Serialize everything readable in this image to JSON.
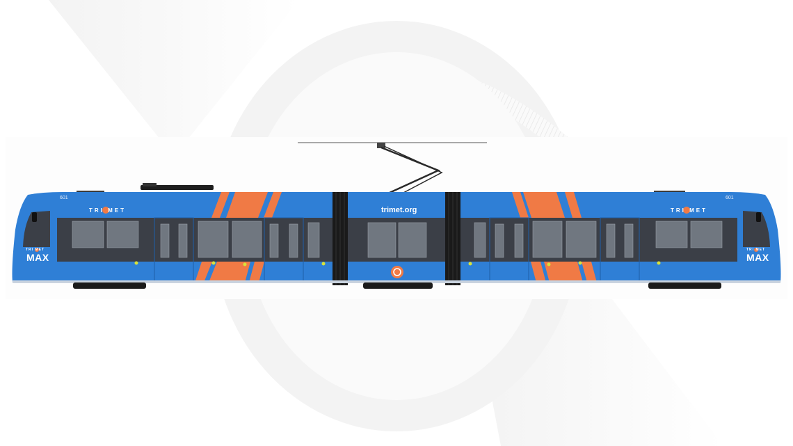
{
  "image": {
    "subject": "TriMet MAX light-rail vehicle, side elevation render",
    "colors": {
      "body_blue": "#2f7fd6",
      "accent_orange": "#f07a45",
      "window_band": "#3b3f47",
      "articulation": "#1a1a1a",
      "background": "#ffffff",
      "bg_shape": "#f2f2f2"
    }
  },
  "tram": {
    "car_number_left": "601",
    "car_number_right": "601",
    "brand_top_left": "TRI MET",
    "brand_top_right": "TRI MET",
    "brand_cab_left": "TRI MET",
    "cab_label_left": "MAX",
    "brand_cab_right": "TRI MET",
    "cab_label_right": "MAX",
    "center_url": "trimet.org"
  }
}
